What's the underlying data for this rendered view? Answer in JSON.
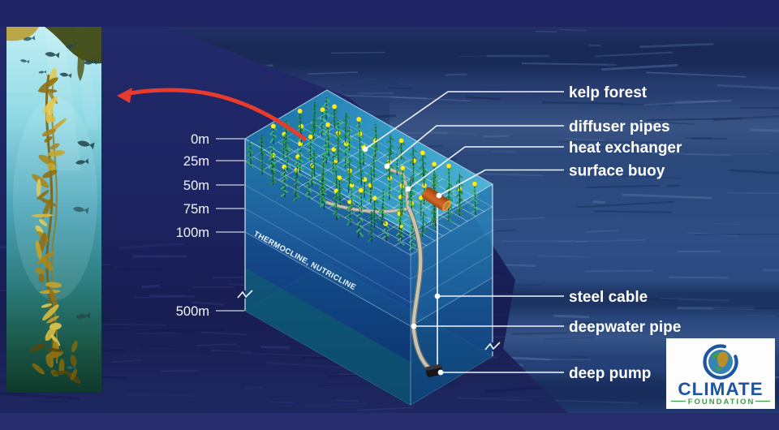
{
  "scene": {
    "depth_scale": {
      "labels": [
        "0m",
        "25m",
        "50m",
        "75m",
        "100m",
        "500m"
      ]
    },
    "callouts": [
      "kelp forest",
      "diffuser pipes",
      "heat exchanger",
      "surface buoy",
      "steel cable",
      "deepwater pipe",
      "deep pump"
    ],
    "zone_label": "THERMOCLINE, NUTRICLINE",
    "logo": {
      "title": "CLIMATE",
      "subtitle": "FOUNDATION"
    },
    "colors": {
      "accent_red": "#e63b2d",
      "kelp_green": "#2ba14d",
      "kelp_green_light": "#3bb75e",
      "kelp_green_dark": "#218f44",
      "float_yellow": "#f7ee28",
      "buoy_orange": "#c35a20",
      "pipe_gray": "#c9c3b2",
      "logo_blue": "#1d55a0",
      "logo_green": "#3f9c47",
      "label_white": "#ffffff"
    }
  }
}
